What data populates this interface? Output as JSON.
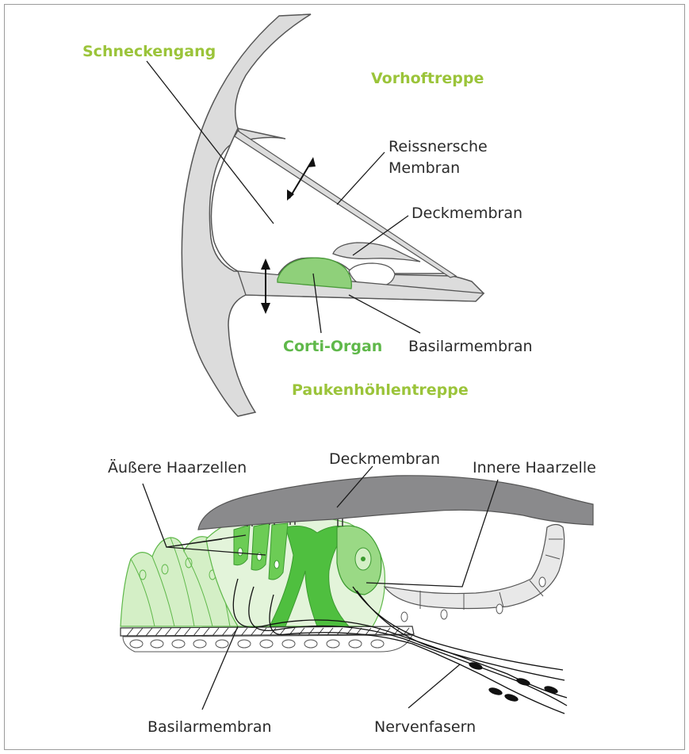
{
  "top_diagram": {
    "label_schneckengang": "Schneckengang",
    "label_vorhoftreppe": "Vorhoftreppe",
    "label_reissner_1": "Reissnersche",
    "label_reissner_2": "Membran",
    "label_deckmembran": "Deckmembran",
    "label_corti": "Corti-Organ",
    "label_basilar": "Basilarmembran",
    "label_pauken": "Paukenhöhlentreppe"
  },
  "bottom_diagram": {
    "label_deckmembran": "Deckmembran",
    "label_aeussere": "Äußere Haarzellen",
    "label_innere": "Innere Haarzelle",
    "label_basilar": "Basilarmembran",
    "label_nerven": "Nervenfasern"
  },
  "colors": {
    "bone_gray": "#dcdcdc",
    "outline_gray": "#555555",
    "label_green": "#9bc43a",
    "organ_green": "#8fd07a",
    "cell_green": "#d4efc6",
    "dark_membrane": "#8a8a8c"
  }
}
